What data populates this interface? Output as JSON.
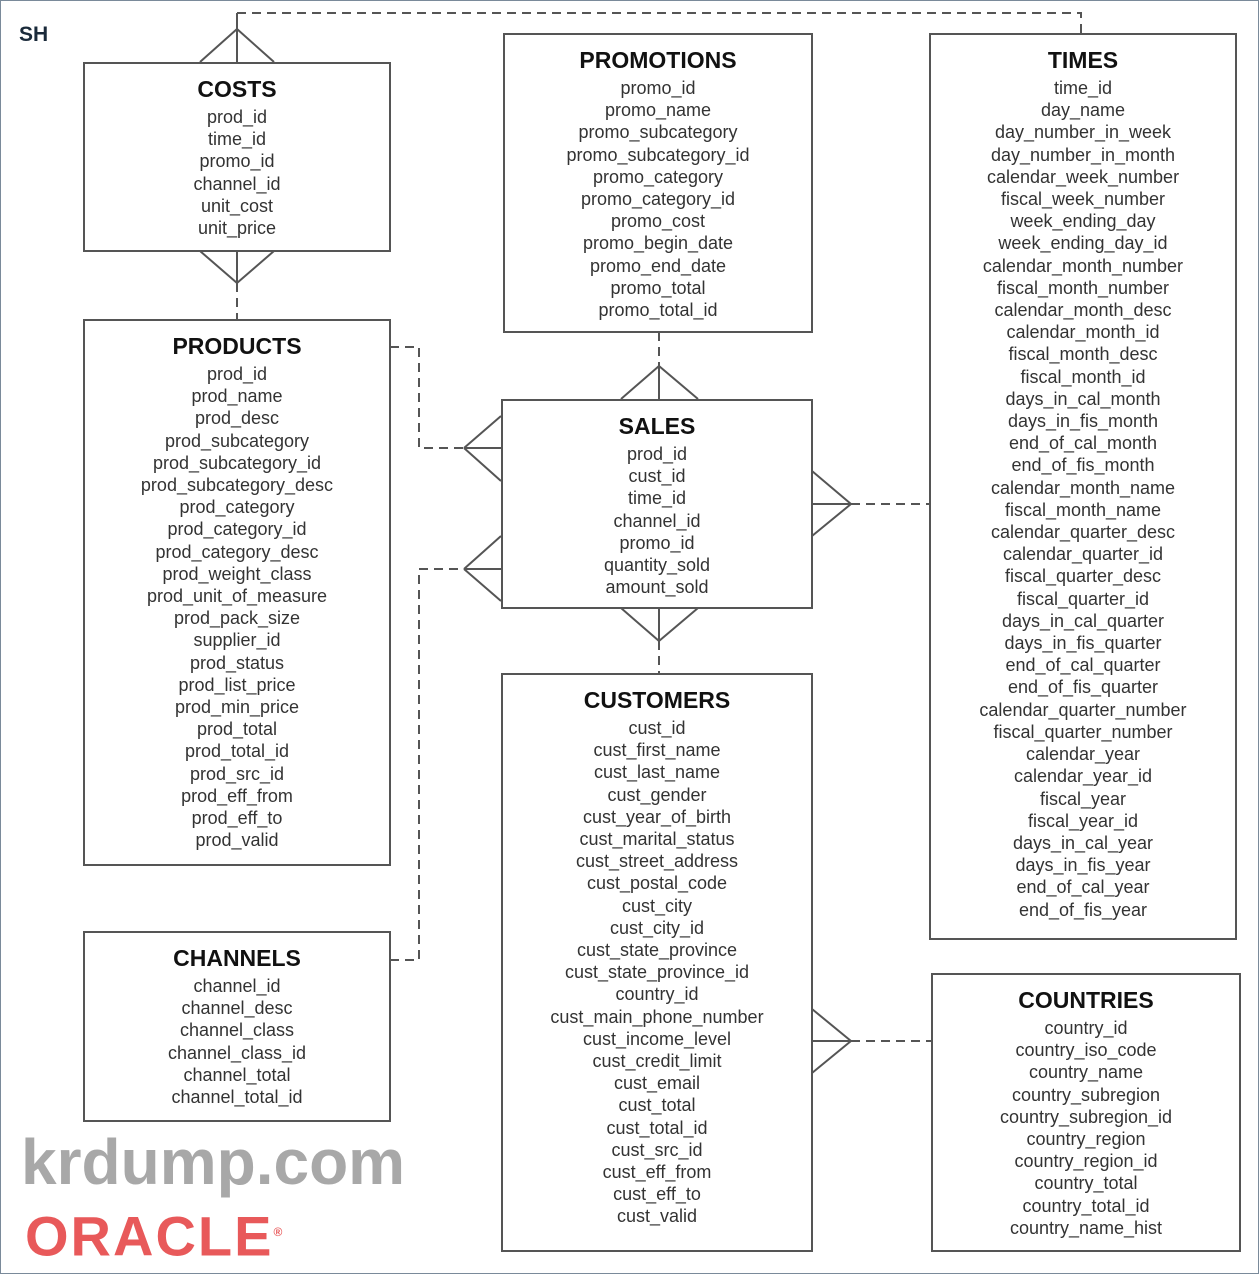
{
  "schema_label": "SH",
  "entities": {
    "costs": {
      "title": "COSTS",
      "fields": [
        "prod_id",
        "time_id",
        "promo_id",
        "channel_id",
        "unit_cost",
        "unit_price"
      ]
    },
    "promotions": {
      "title": "PROMOTIONS",
      "fields": [
        "promo_id",
        "promo_name",
        "promo_subcategory",
        "promo_subcategory_id",
        "promo_category",
        "promo_category_id",
        "promo_cost",
        "promo_begin_date",
        "promo_end_date",
        "promo_total",
        "promo_total_id"
      ]
    },
    "times": {
      "title": "TIMES",
      "fields": [
        "time_id",
        "day_name",
        "day_number_in_week",
        "day_number_in_month",
        "calendar_week_number",
        "fiscal_week_number",
        "week_ending_day",
        "week_ending_day_id",
        "calendar_month_number",
        "fiscal_month_number",
        "calendar_month_desc",
        "calendar_month_id",
        "fiscal_month_desc",
        "fiscal_month_id",
        "days_in_cal_month",
        "days_in_fis_month",
        "end_of_cal_month",
        "end_of_fis_month",
        "calendar_month_name",
        "fiscal_month_name",
        "calendar_quarter_desc",
        "calendar_quarter_id",
        "fiscal_quarter_desc",
        "fiscal_quarter_id",
        "days_in_cal_quarter",
        "days_in_fis_quarter",
        "end_of_cal_quarter",
        "end_of_fis_quarter",
        "calendar_quarter_number",
        "fiscal_quarter_number",
        "calendar_year",
        "calendar_year_id",
        "fiscal_year",
        "fiscal_year_id",
        "days_in_cal_year",
        "days_in_fis_year",
        "end_of_cal_year",
        "end_of_fis_year"
      ]
    },
    "products": {
      "title": "PRODUCTS",
      "fields": [
        "prod_id",
        "prod_name",
        "prod_desc",
        "prod_subcategory",
        "prod_subcategory_id",
        "prod_subcategory_desc",
        "prod_category",
        "prod_category_id",
        "prod_category_desc",
        "prod_weight_class",
        "prod_unit_of_measure",
        "prod_pack_size",
        "supplier_id",
        "prod_status",
        "prod_list_price",
        "prod_min_price",
        "prod_total",
        "prod_total_id",
        "prod_src_id",
        "prod_eff_from",
        "prod_eff_to",
        "prod_valid"
      ]
    },
    "sales": {
      "title": "SALES",
      "fields": [
        "prod_id",
        "cust_id",
        "time_id",
        "channel_id",
        "promo_id",
        "quantity_sold",
        "amount_sold"
      ]
    },
    "customers": {
      "title": "CUSTOMERS",
      "fields": [
        "cust_id",
        "cust_first_name",
        "cust_last_name",
        "cust_gender",
        "cust_year_of_birth",
        "cust_marital_status",
        "cust_street_address",
        "cust_postal_code",
        "cust_city",
        "cust_city_id",
        "cust_state_province",
        "cust_state_province_id",
        "country_id",
        "cust_main_phone_number",
        "cust_income_level",
        "cust_credit_limit",
        "cust_email",
        "cust_total",
        "cust_total_id",
        "cust_src_id",
        "cust_eff_from",
        "cust_eff_to",
        "cust_valid"
      ]
    },
    "channels": {
      "title": "CHANNELS",
      "fields": [
        "channel_id",
        "channel_desc",
        "channel_class",
        "channel_class_id",
        "channel_total",
        "channel_total_id"
      ]
    },
    "countries": {
      "title": "COUNTRIES",
      "fields": [
        "country_id",
        "country_iso_code",
        "country_name",
        "country_subregion",
        "country_subregion_id",
        "country_region",
        "country_region_id",
        "country_total",
        "country_total_id",
        "country_name_hist"
      ]
    }
  },
  "watermark": "krdump.com",
  "logo": "ORACLE",
  "colors": {
    "line": "#555555",
    "logo": "#e8595a"
  }
}
